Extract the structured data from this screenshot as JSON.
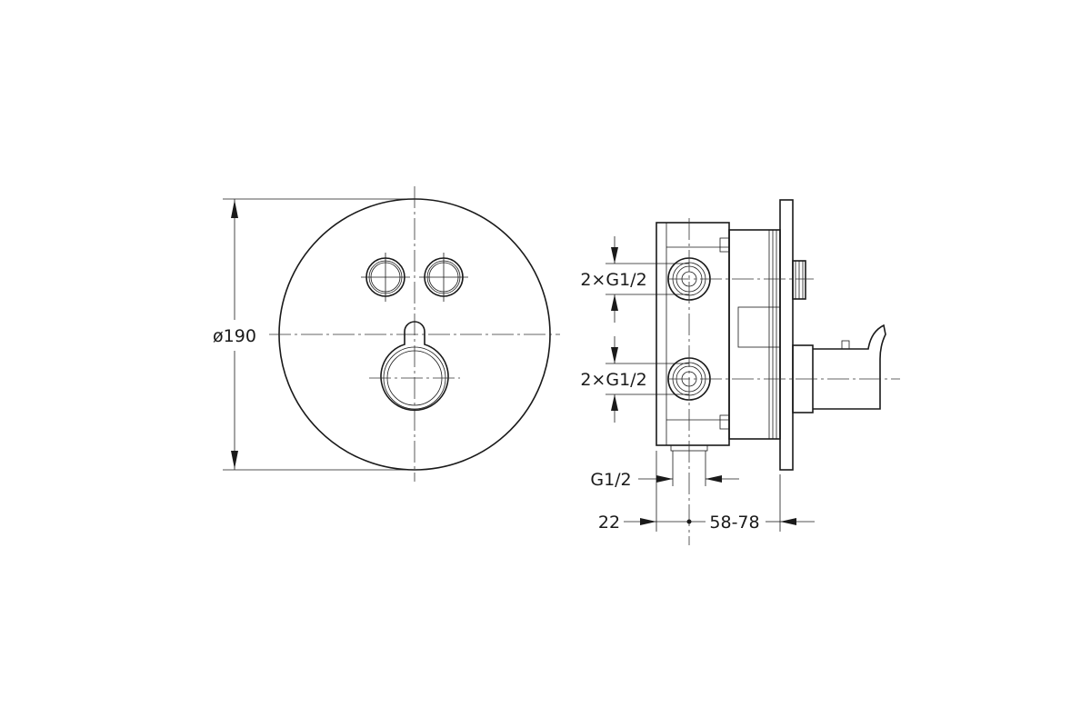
{
  "front_view": {
    "diameter_label": "ø190"
  },
  "side_view": {
    "outlet_top_label": "2×G1/2",
    "outlet_bottom_label": "2×G1/2",
    "bottom_port_label": "G1/2",
    "depth_left_label": "22",
    "depth_right_label": "58-78"
  },
  "colors": {
    "line": "#1a1a1a",
    "background": "#ffffff"
  }
}
